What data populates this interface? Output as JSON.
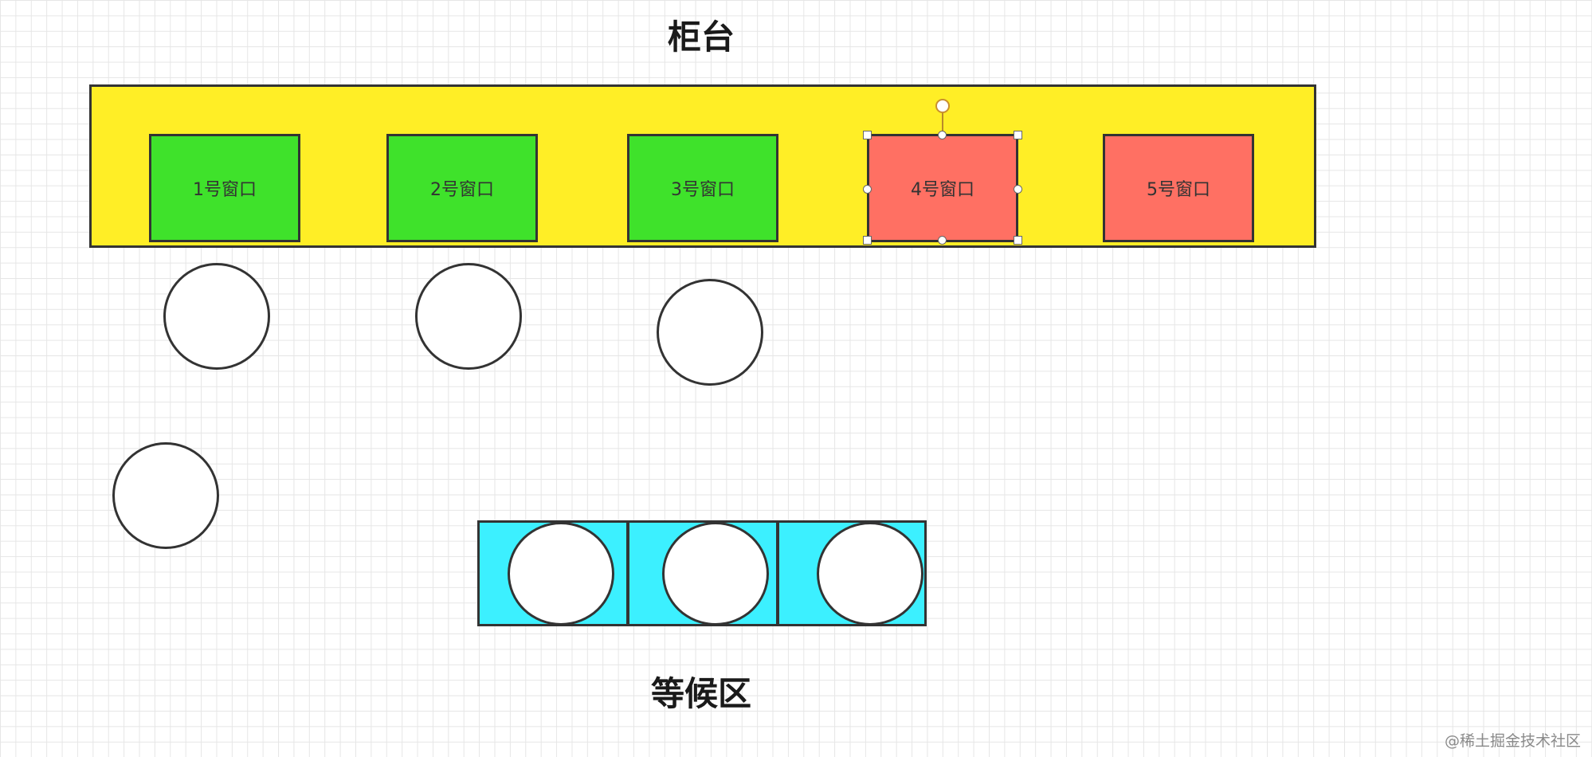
{
  "counter": {
    "title": "柜台"
  },
  "windows": [
    {
      "label": "1号窗口",
      "status": "open",
      "color": "#3fe22b"
    },
    {
      "label": "2号窗口",
      "status": "open",
      "color": "#3fe22b"
    },
    {
      "label": "3号窗口",
      "status": "open",
      "color": "#3fe22b"
    },
    {
      "label": "4号窗口",
      "status": "closed",
      "color": "#ff7063",
      "selected": true
    },
    {
      "label": "5号窗口",
      "status": "closed",
      "color": "#ff7063"
    }
  ],
  "waiting_area": {
    "title": "等候区",
    "slots": 3,
    "color": "#3cf0ff"
  },
  "colors": {
    "counter": "#ffee26",
    "outline": "#333333"
  },
  "watermark": "@稀土掘金技术社区"
}
